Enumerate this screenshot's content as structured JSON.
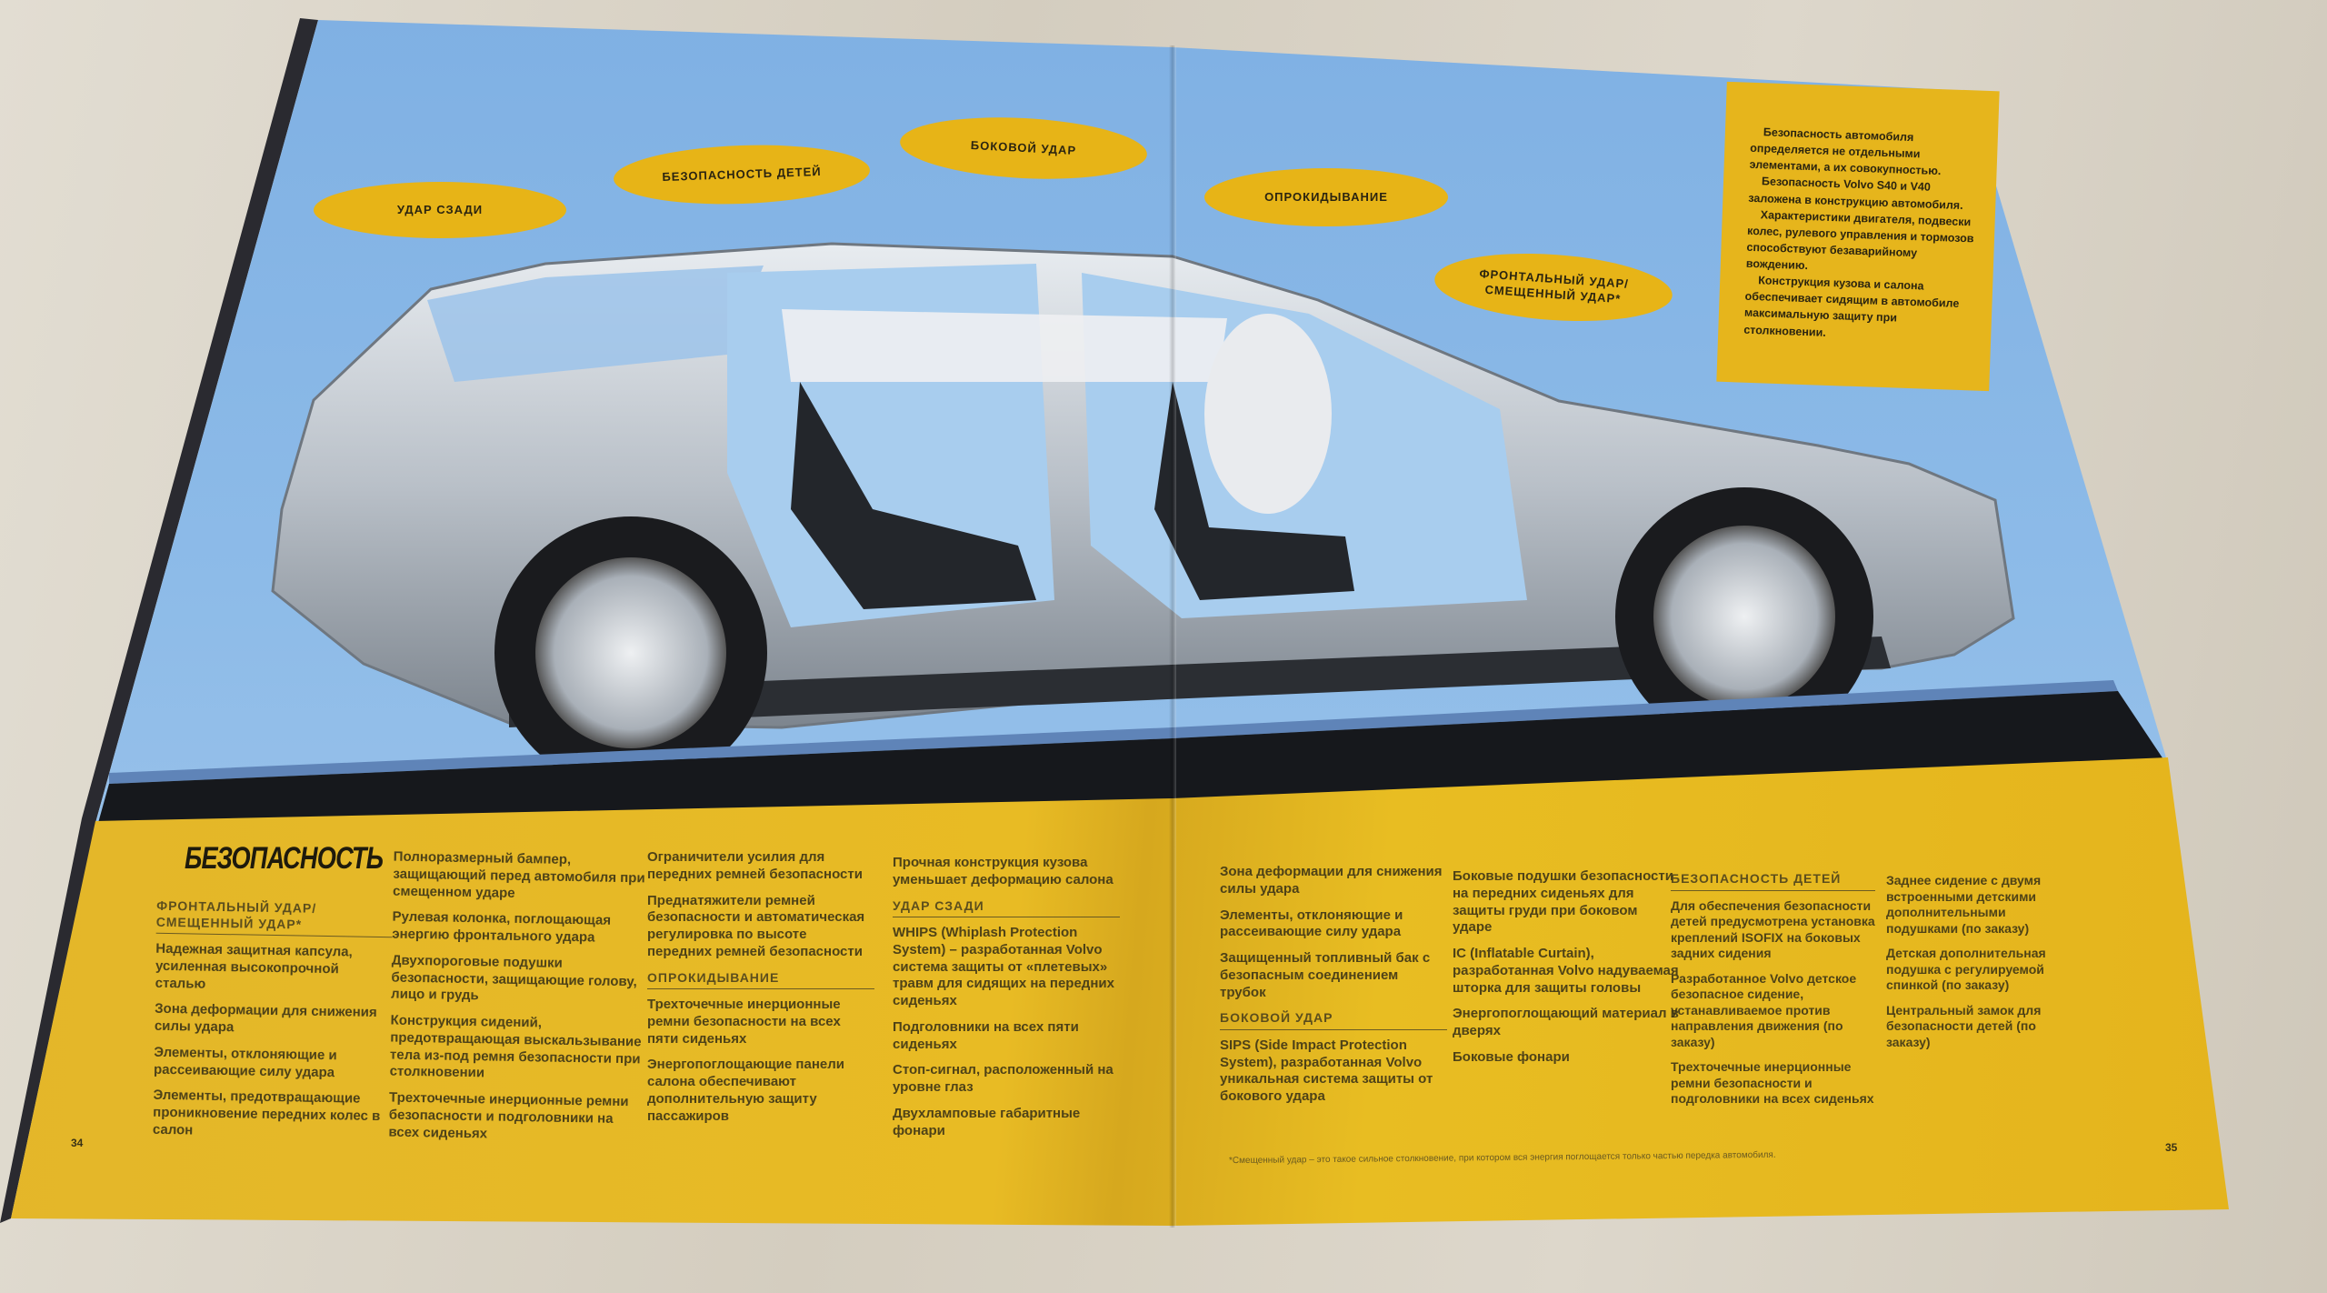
{
  "labels": {
    "rear": "УДАР СЗАДИ",
    "child": "БЕЗОПАСНОСТЬ ДЕТЕЙ",
    "side": "БОКОВОЙ УДАР",
    "rollover": "ОПРОКИДЫВАНИЕ",
    "frontal_1": "ФРОНТАЛЬНЫЙ УДАР/",
    "frontal_2": "СМЕЩЕННЫЙ УДАР*"
  },
  "infobox": [
    "Безопасность автомобиля определяется не отдельными элементами, а их совокупностью.",
    "Безопасность Volvo S40 и V40 заложена в конструкцию автомобиля.",
    "Характеристики двигателя, подвески колес, рулевого управления и тормозов способствуют безаварийному вождению.",
    "Конструкция кузова и салона обеспечивает сидящим в автомобиле максимальную защиту при столкновении."
  ],
  "title": "БЕЗОПАСНОСТЬ",
  "col1": {
    "heading": "ФРОНТАЛЬНЫЙ УДАР/СМЕЩЕННЫЙ УДАР*",
    "items": [
      "Надежная защитная капсула, усиленная высокопрочной сталью",
      "Зона деформации для снижения силы удара",
      "Элементы, отклоняющие и рассеивающие силу удара",
      "Элементы, предотвращающие проникновение передних колес в салон"
    ]
  },
  "col2": {
    "items": [
      "Полноразмерный бампер, защищающий перед автомобиля при смещенном ударе",
      "Рулевая колонка, поглощающая энергию фронтального удара",
      "Двухпороговые подушки безопасности, защищающие голову, лицо и грудь",
      "Конструкция сидений, предотвращающая выскальзывание тела из-под ремня безопасности при столкновении",
      "Трехточечные инерционные ремни безопасности и подголовники на всех сиденьях"
    ]
  },
  "col3": {
    "items": [
      "Ограничители усилия для передних ремней безопасности",
      "Преднатяжители ремней безопасности и автоматическая регулировка по высоте передних ремней безопасности"
    ],
    "heading": "ОПРОКИДЫВАНИЕ",
    "items2": [
      "Трехточечные инерционные ремни безопасности на всех пяти сиденьях",
      "Энергопоглощающие панели салона обеспечивают дополнительную защиту пассажиров"
    ]
  },
  "col4": {
    "items": [
      "Прочная конструкция кузова уменьшает деформацию салона"
    ],
    "heading": "УДАР СЗАДИ",
    "items2": [
      "WHIPS (Whiplash Protection System) – разработанная Volvo система защиты от «плетевых» травм для сидящих на передних сиденьях",
      "Подголовники на всех пяти сиденьях",
      "Стоп-сигнал, расположенный на уровне глаз",
      "Двухламповые габаритные фонари"
    ]
  },
  "col5": {
    "items": [
      "Зона деформации для снижения силы удара",
      "Элементы, отклоняющие и рассеивающие силу удара",
      "Защищенный топливный бак с безопасным соединением трубок"
    ],
    "heading": "БОКОВОЙ УДАР",
    "items2": [
      "SIPS (Side Impact Protection System), разработанная Volvo уникальная система защиты от бокового удара"
    ]
  },
  "col6": {
    "items": [
      "Боковые подушки безопасности на передних сиденьях для защиты груди при боковом ударе",
      "IC (Inflatable Curtain), разработанная Volvo надуваемая шторка для защиты головы",
      "Энергопоглощающий материал в дверях",
      "Боковые фонари"
    ]
  },
  "col7": {
    "heading": "БЕЗОПАСНОСТЬ ДЕТЕЙ",
    "items": [
      "Для обеспечения безопасности детей предусмотрена установка креплений ISOFIX на боковых задних сидения",
      "Разработанное Volvo детское безопасное сидение, устанавливаемое против направления движения (по заказу)",
      "Трехточечные инерционные ремни безопасности и подголовники на всех сиденьях"
    ]
  },
  "col8": {
    "items": [
      "Заднее сидение с двумя встроенными детскими дополнительными подушками (по заказу)",
      "Детская дополнительная подушка с регулируемой спинкой (по заказу)",
      "Центральный замок для безопасности детей (по заказу)"
    ]
  },
  "footnote": "*Смещенный удар – это такое сильное столкновение, при котором вся энергия поглощается только частью передка автомобиля.",
  "page_left": "34",
  "page_right": "35"
}
